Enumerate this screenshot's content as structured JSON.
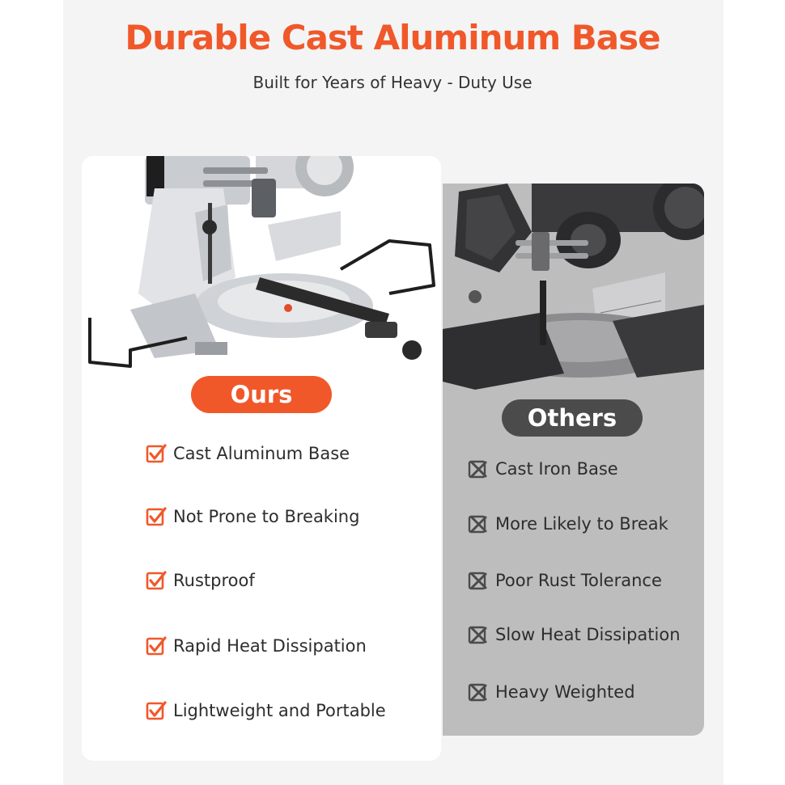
{
  "header": {
    "title": "Durable Cast Aluminum Base",
    "subtitle": "Built for Years of Heavy - Duty Use"
  },
  "ours": {
    "label": "Ours",
    "icon": "checkbox-check-icon",
    "color": "#f0582a",
    "features": [
      "Cast Aluminum Base",
      "Not Prone to Breaking",
      "Rustproof",
      "Rapid Heat Dissipation",
      "Lightweight and Portable"
    ]
  },
  "others": {
    "label": "Others",
    "icon": "checkbox-cross-icon",
    "color": "#4b4b4b",
    "features": [
      "Cast Iron Base",
      "More Likely to Break",
      "Poor Rust Tolerance",
      "Slow Heat Dissipation",
      "Heavy Weighted"
    ]
  }
}
